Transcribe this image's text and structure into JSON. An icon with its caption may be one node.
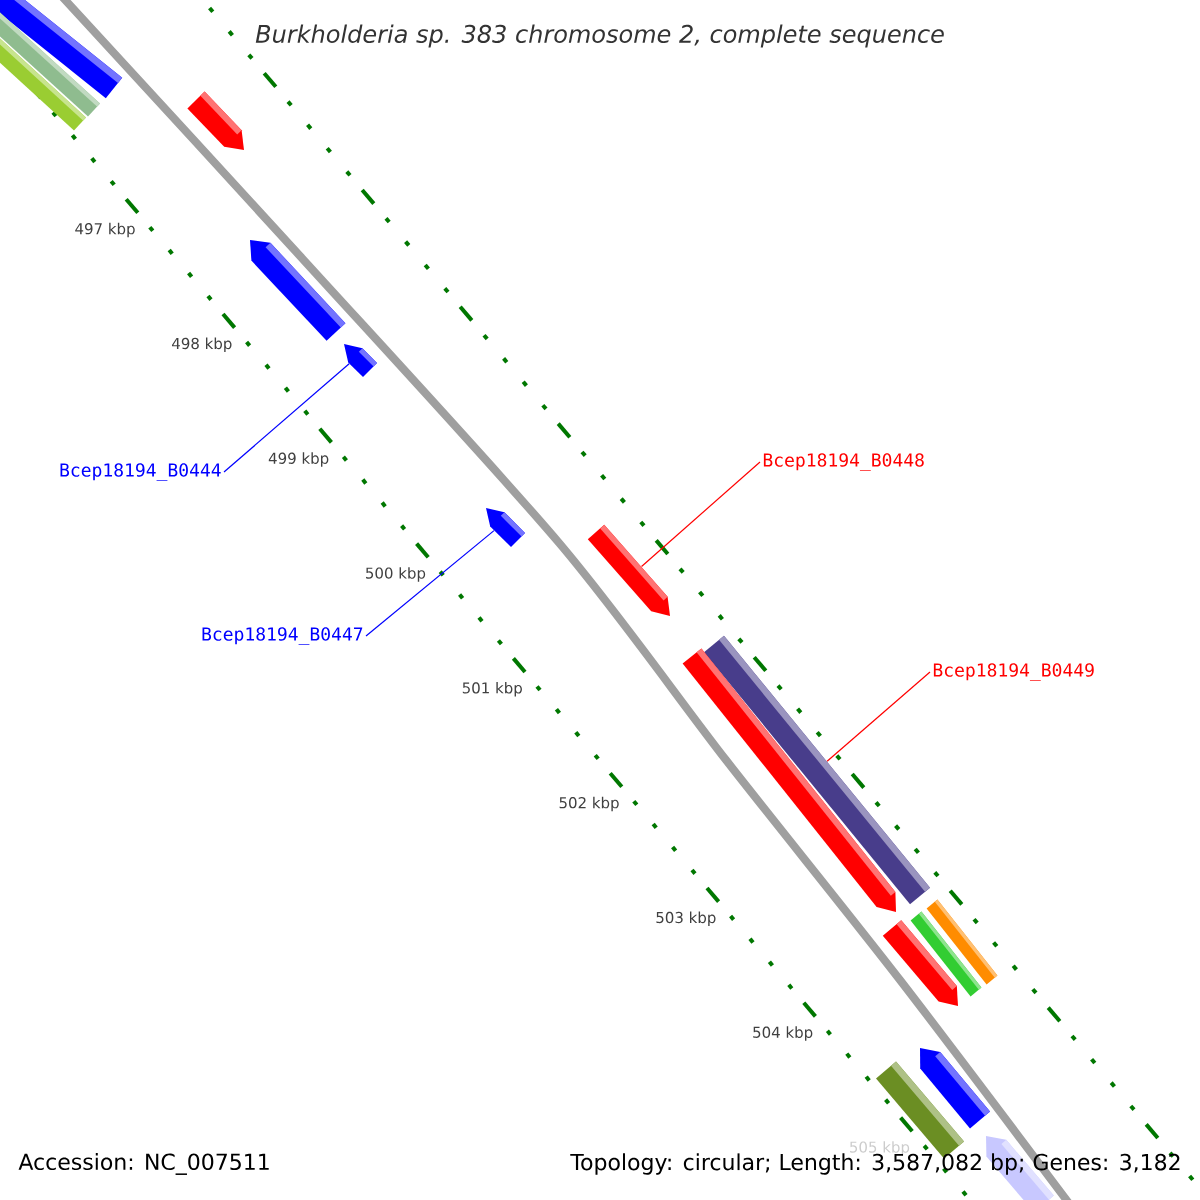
{
  "diagram": {
    "title": "Burkholderia sp. 383 chromosome 2, complete sequence",
    "nodes": [
      {
        "text": [
          "Bcep18194_B0448"
        ]
      },
      {
        "text": [
          "Bcep18194_B0444"
        ]
      },
      {
        "text": [
          "Bcep18194_B0447"
        ]
      },
      {
        "text": [
          "Bcep18194_B0449"
        ]
      },
      {
        "text": [],
        "shape": "bar"
      },
      {
        "text": [],
        "shape": "bar"
      },
      {
        "text": [],
        "shape": "bar"
      },
      {
        "text": [],
        "shape": "arrow"
      },
      {
        "text": [],
        "shape": "arrow"
      },
      {
        "text": [],
        "shape": "arrow"
      },
      {
        "text": [],
        "shape": "arrow"
      },
      {
        "text": [],
        "shape": "arrow"
      },
      {
        "text": [],
        "shape": "bar"
      },
      {
        "text": [],
        "shape": "arrow"
      },
      {
        "text": [],
        "shape": "bar"
      },
      {
        "text": [],
        "shape": "bar"
      },
      {
        "text": [],
        "shape": "arrow"
      },
      {
        "text": [],
        "shape": "arrow"
      },
      {
        "text": [],
        "shape": "bar"
      },
      {
        "text": [],
        "shape": "arrow"
      }
    ],
    "edges": [
      {
        "from": 1,
        "to": 9,
        "arrow": "none",
        "color": "#0000ff"
      },
      {
        "from": 2,
        "to": 10,
        "arrow": "none",
        "color": "#0000ff"
      },
      {
        "from": 0,
        "to": 11,
        "arrow": "none",
        "color": "#ff0000"
      },
      {
        "from": 3,
        "to": 12,
        "arrow": "none",
        "color": "#ff0000"
      }
    ],
    "labels": [
      "497 kbp",
      "498 kbp",
      "499 kbp",
      "500 kbp",
      "501 kbp",
      "502 kbp",
      "503 kbp",
      "504 kbp",
      "505 kbp",
      "Accession: NC_007511",
      "Topology: circular; Length: 3,587,082 bp; Genes: 3,182"
    ]
  }
}
